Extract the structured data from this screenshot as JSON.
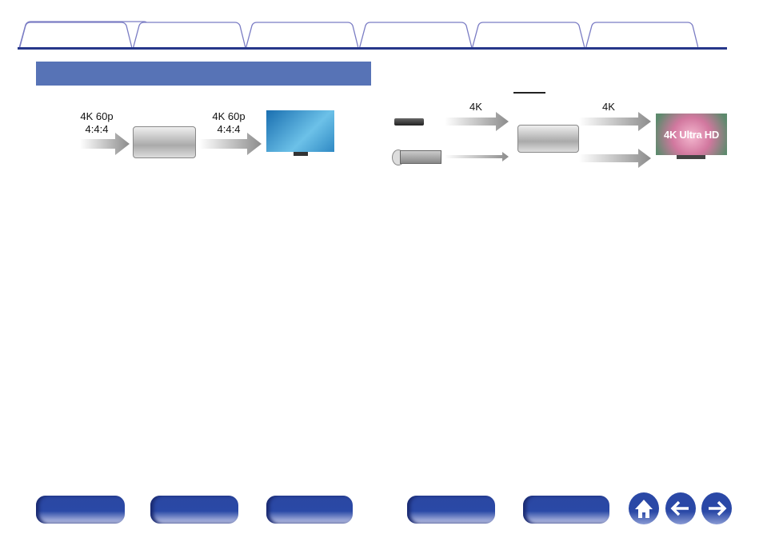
{
  "tabs": [
    "",
    "",
    "",
    "",
    "",
    ""
  ],
  "section_bar": "",
  "left_diagram": {
    "input_label_1": "4K 60p",
    "input_label_2": "4:4:4",
    "output_label_1": "4K 60p",
    "output_label_2": "4:4:4"
  },
  "right_diagram": {
    "input_label": "4K",
    "output_label": "4K",
    "tv_logo": "4K Ultra HD"
  },
  "footer": {
    "buttons": [
      "",
      "",
      "",
      "",
      ""
    ],
    "home_icon": "home-icon",
    "back_icon": "arrow-left-icon",
    "forward_icon": "arrow-right-icon"
  },
  "colors": {
    "accent": "#5773b6",
    "nav": "#26378a",
    "tab_outline": "#7a7cc4"
  }
}
